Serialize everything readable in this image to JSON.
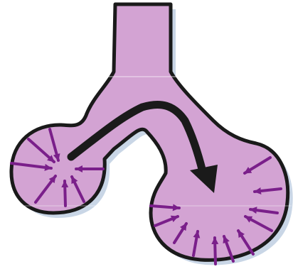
{
  "figure": {
    "icon": "alveoli-pressure-diagram",
    "colors": {
      "fill": "#d3a3d3",
      "outline": "#1a1a1a",
      "shadow": "#c9d6e6",
      "inward_arrows": "#7a1f8a",
      "flow_arrow": "#1a1a1a"
    },
    "small_alveolus": {
      "inward_arrow_count": 7
    },
    "large_alveolus": {
      "inward_arrow_count": 11
    }
  }
}
